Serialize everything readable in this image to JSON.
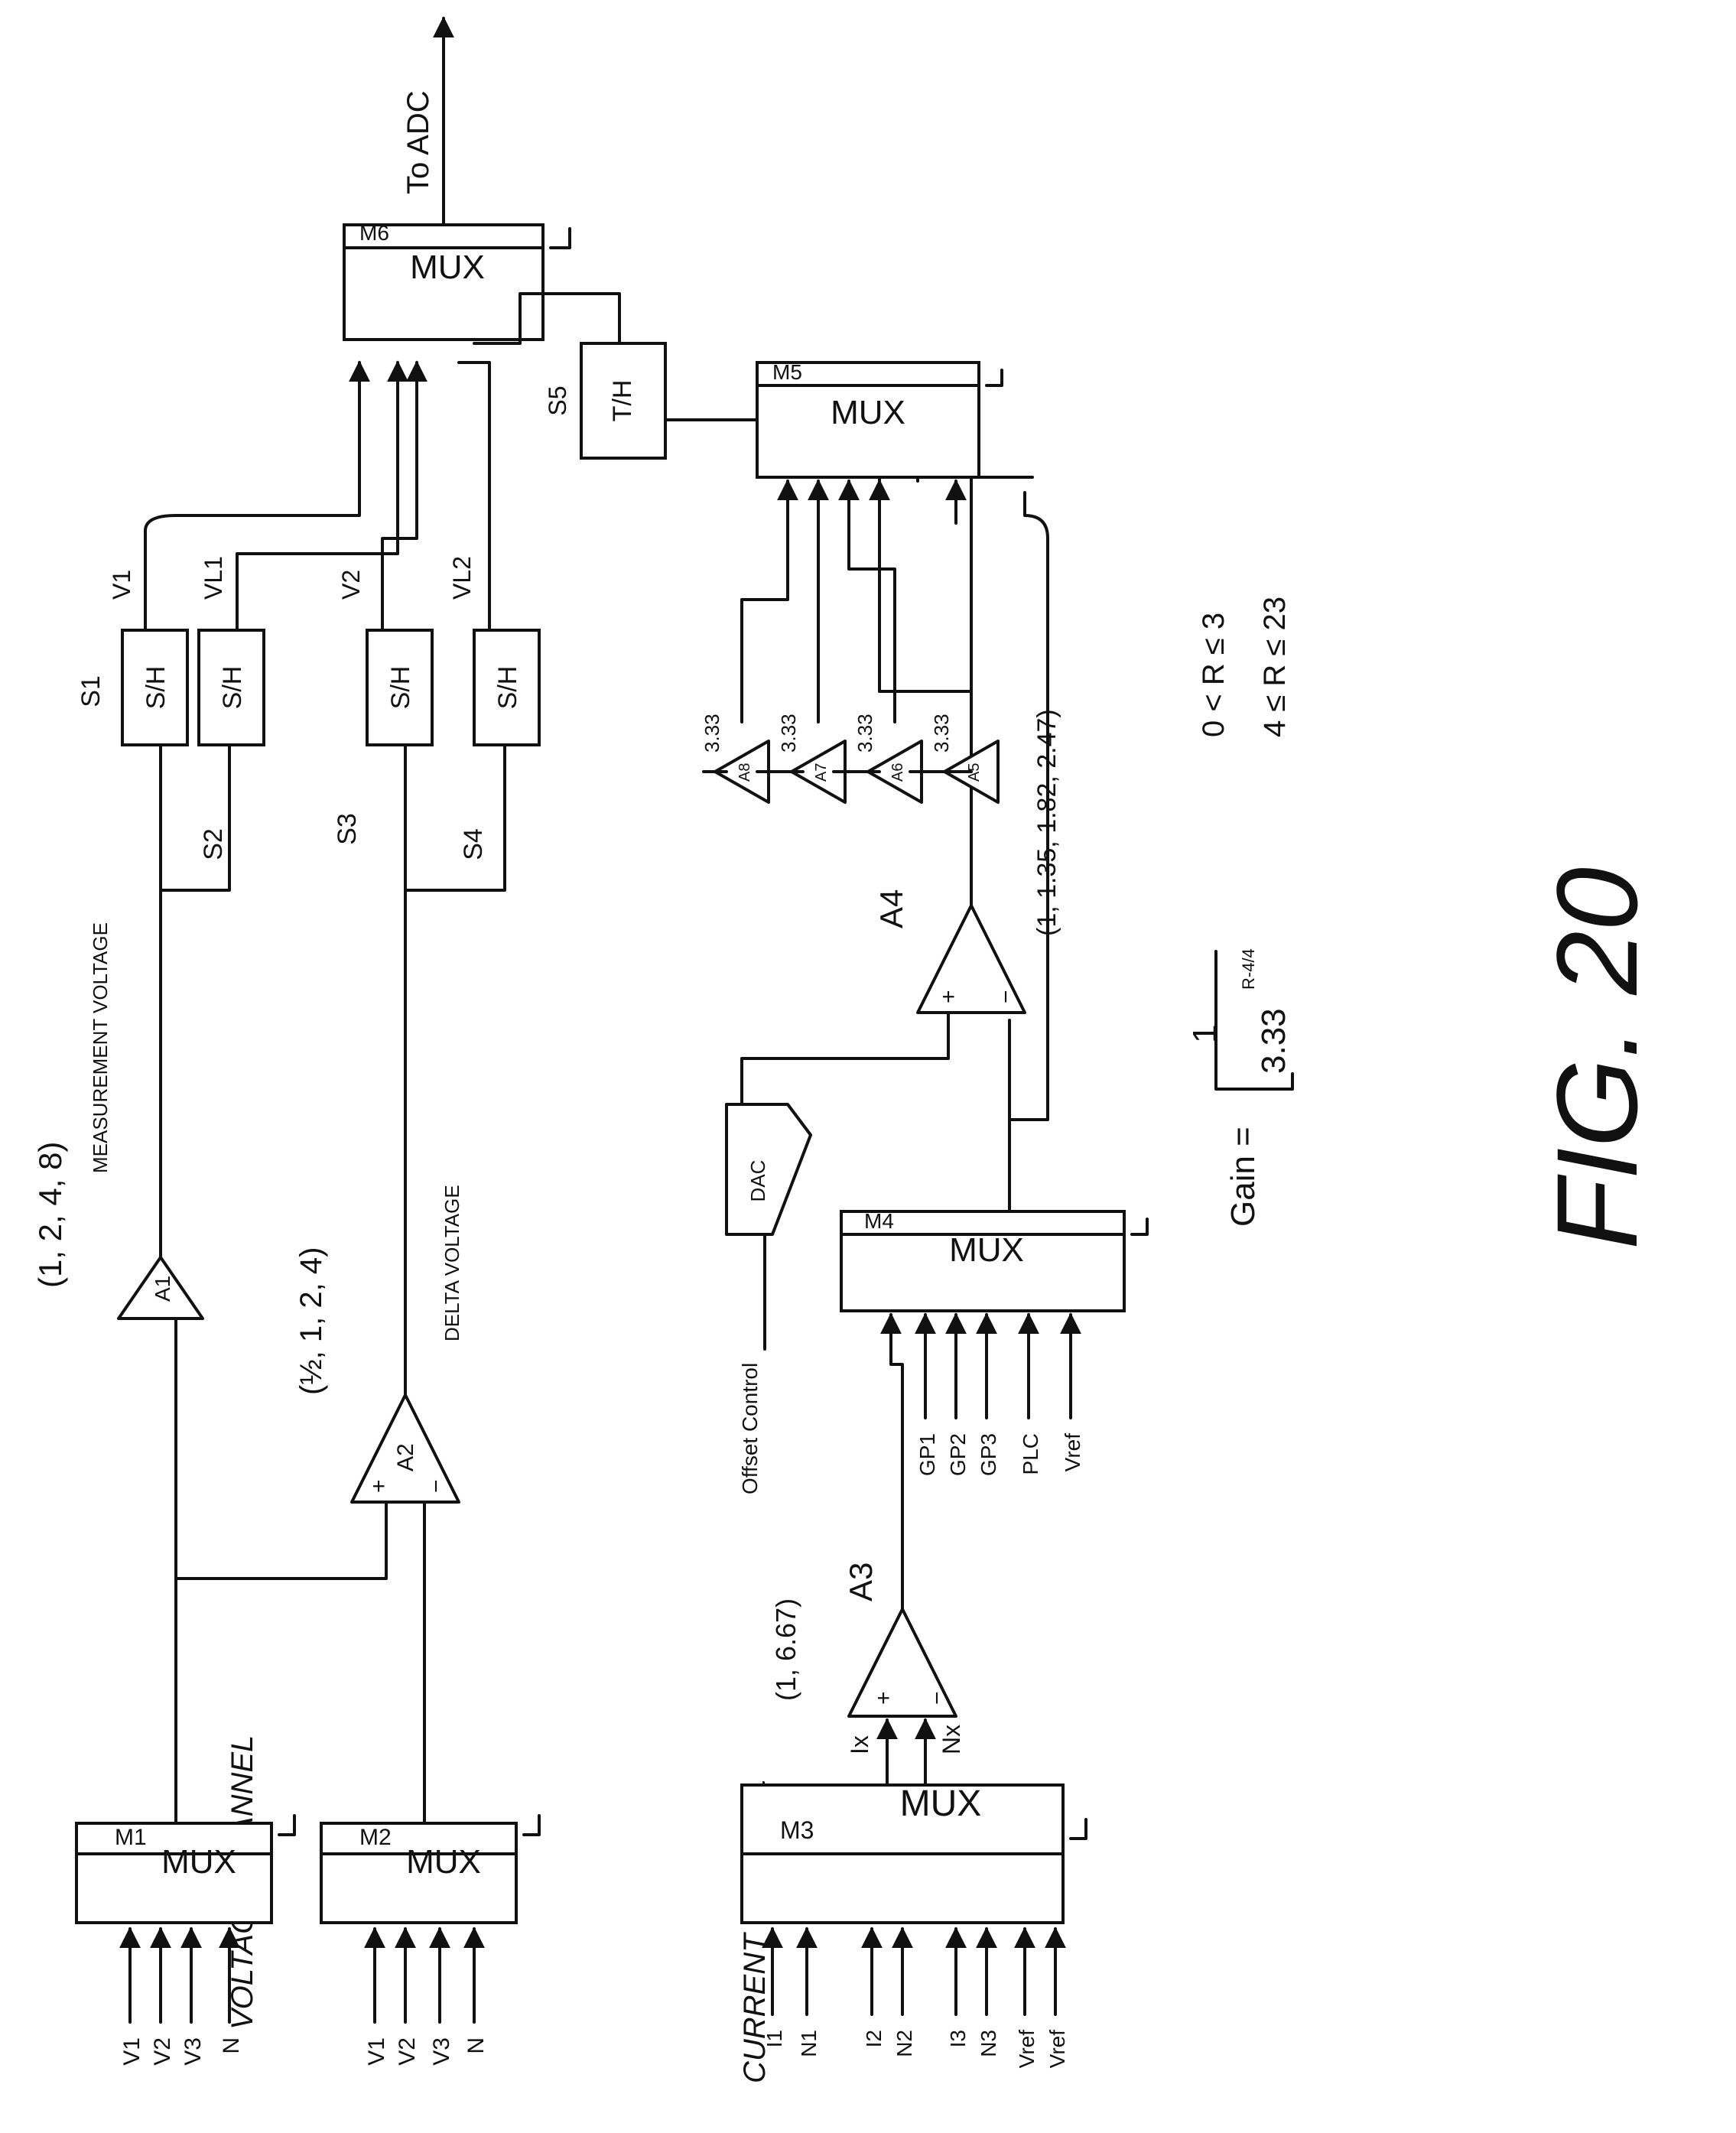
{
  "figure": {
    "label": "FIG. 20",
    "output_label": "To ADC",
    "sections": {
      "voltage": "VOLTAGE CHANNEL",
      "current": "CURRENT CHANNEL"
    },
    "muxes": {
      "m1": {
        "id": "M1",
        "name": "MUX",
        "inputs": [
          "V1",
          "V2",
          "V3",
          "N"
        ]
      },
      "m2": {
        "id": "M2",
        "name": "MUX",
        "inputs": [
          "V1",
          "V2",
          "V3",
          "N"
        ]
      },
      "m3": {
        "id": "M3",
        "name": "MUX",
        "inputs": [
          "I1",
          "N1",
          "I2",
          "N2",
          "I3",
          "N3",
          "Vref",
          "Vref"
        ]
      },
      "m4": {
        "id": "M4",
        "name": "MUX",
        "inputs": [
          "GP1",
          "GP2",
          "GP3",
          "PLC",
          "Vref"
        ]
      },
      "m5": {
        "id": "M5",
        "name": "MUX"
      },
      "m6": {
        "id": "M6",
        "name": "MUX"
      }
    },
    "amplifiers": {
      "a1": {
        "id": "A1",
        "gains": "(1, 2, 4, 8)",
        "note": "MEASUREMENT VOLTAGE"
      },
      "a2": {
        "id": "A2",
        "gains": "(½, 1, 2, 4)",
        "note": "DELTA VOLTAGE"
      },
      "a3": {
        "id": "A3",
        "gains": "(1, 6.67)"
      },
      "a4": {
        "id": "A4",
        "gains": "(1, 1.35, 1.82, 2.47)"
      },
      "a5": {
        "id": "A5",
        "gain": "3.33"
      },
      "a6": {
        "id": "A6",
        "gain": "3.33"
      },
      "a7": {
        "id": "A7",
        "gain": "3.33"
      },
      "a8": {
        "id": "A8",
        "gain": "3.33"
      }
    },
    "sample_holds": {
      "s1": {
        "id": "S1",
        "text": "S/H",
        "signal": "V1"
      },
      "s2": {
        "id": "S2",
        "text": "S/H",
        "signal": "VL1"
      },
      "s3": {
        "id": "S3",
        "text": "S/H",
        "signal": "V2"
      },
      "s4": {
        "id": "S4",
        "text": "S/H",
        "signal": "VL2"
      },
      "s5": {
        "id": "S5",
        "text": "T/H"
      }
    },
    "current_signals": {
      "ix": "Ix",
      "nx": "Nx"
    },
    "dac": {
      "label": "DAC",
      "control": "Offset Control"
    },
    "gain_equation": {
      "prefix": "Gain =",
      "case1_value": "1",
      "case1_condition": "0 < R ≤ 3",
      "case2_value": "3.33",
      "case2_exponent": "R-4/4",
      "case2_condition": "4 ≤ R ≤ 23"
    }
  }
}
